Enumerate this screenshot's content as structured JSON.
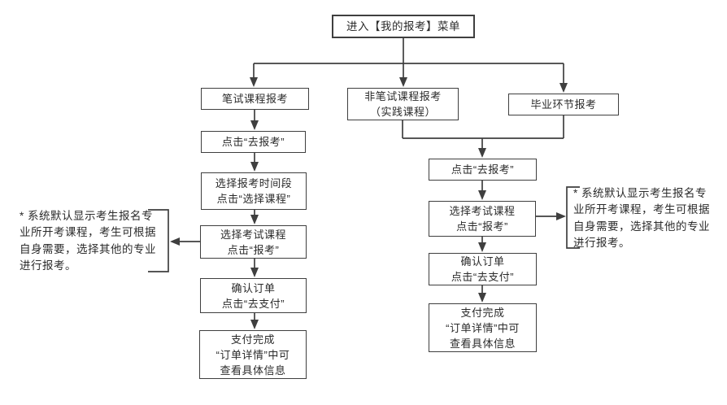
{
  "nodes": {
    "start": "进入【我的报考】菜单",
    "written": "笔试课程报考",
    "written_go": "点击“去报考”",
    "written_time": "选择报考时间段\n点击“选择课程”",
    "written_select": "选择考试课程\n点击“报考”",
    "written_confirm": "确认订单\n点击“去支付”",
    "written_done": "支付完成\n“订单详情”中可\n查看具体信息",
    "non_written": "非笔试课程报考\n（实践课程）",
    "graduation": "毕业环节报考",
    "merged_go": "点击“去报考”",
    "merged_select": "选择考试课程\n点击“报考”",
    "merged_confirm": "确认订单\n点击“去支付”",
    "merged_done": "支付完成\n“订单详情”中可\n查看具体信息"
  },
  "notes": {
    "left": "* 系统默认显示考生报名专\n业所开考课程，考生可根据\n自身需要，选择其他的专业\n进行报考。",
    "right": "* 系统默认显示考生报名专\n业所开考课程，考生可根据\n自身需要，选择其他的专业\n进行报考。"
  },
  "colors": {
    "line": "#3f3f3f",
    "text": "#2b2b2b",
    "background": "#ffffff"
  }
}
